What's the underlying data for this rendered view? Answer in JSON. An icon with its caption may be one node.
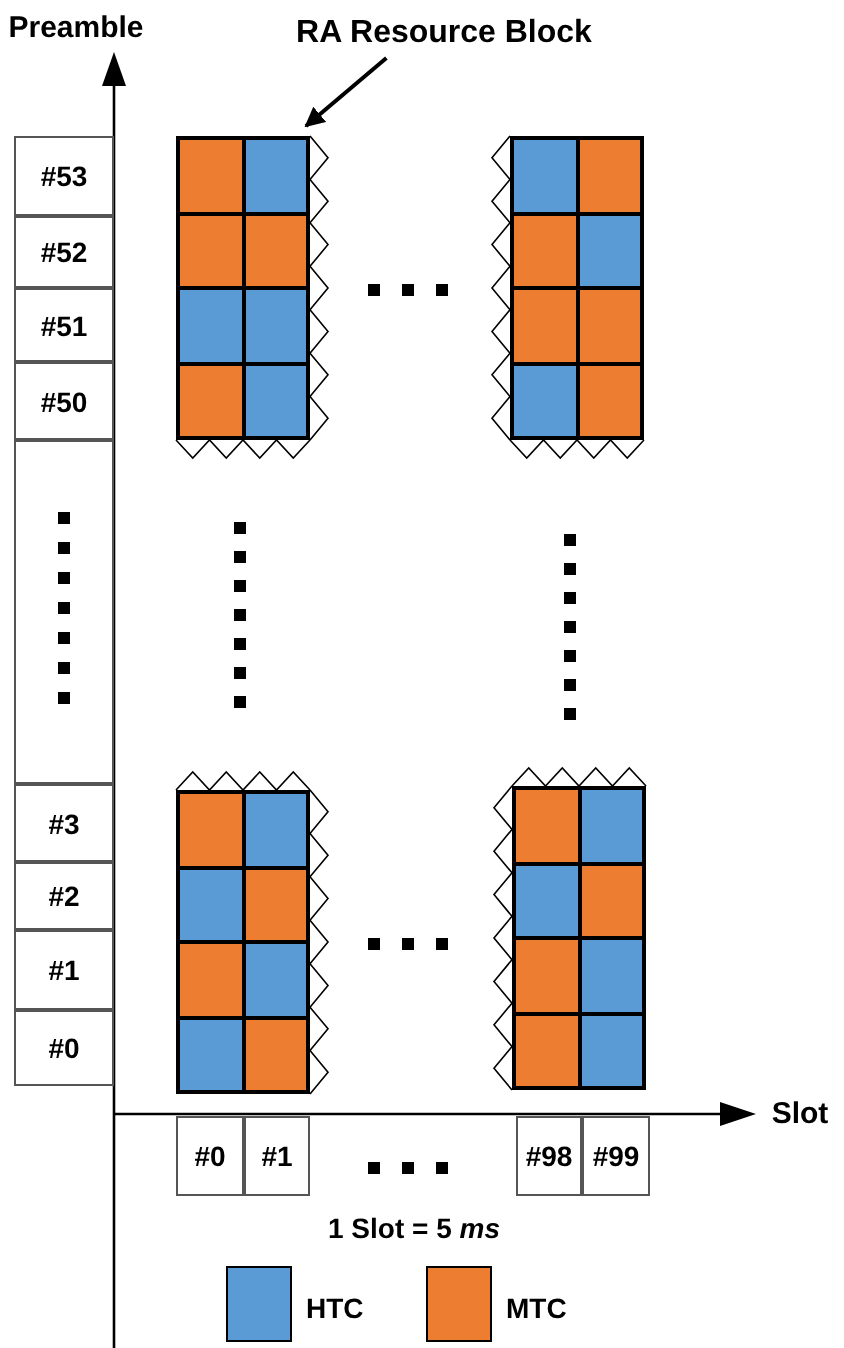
{
  "diagram": {
    "nodes": [
      {
        "text": [
          "RA Resource Block"
        ]
      },
      {
        "text": [],
        "shape": "box"
      },
      {
        "text": [],
        "shape": "box"
      },
      {
        "text": [
          "#53"
        ]
      },
      {
        "text": [
          "#52"
        ]
      },
      {
        "text": [
          "#51"
        ]
      },
      {
        "text": [
          "#50"
        ]
      },
      {
        "text": [],
        "shape": "box"
      },
      {
        "text": [
          "#3"
        ]
      },
      {
        "text": [
          "#2"
        ]
      },
      {
        "text": [
          "#1"
        ]
      },
      {
        "text": [
          "#0"
        ]
      },
      {
        "text": [],
        "shape": "box"
      },
      {
        "text": [],
        "shape": "box"
      },
      {
        "text": [
          "#0"
        ]
      },
      {
        "text": [
          "#1"
        ]
      },
      {
        "text": [
          "#98"
        ]
      },
      {
        "text": [
          "#99"
        ]
      }
    ],
    "edges": [
      {
        "from": 0,
        "to": 1,
        "arrow": "to"
      }
    ],
    "labels": [
      "Preamble",
      "Slot",
      "1 Slot = 5 *ms*"
    ],
    "legend": [
      {
        "text": "HTC",
        "color": "#5b9bd5"
      },
      {
        "text": "MTC",
        "color": "#ed7d31"
      }
    ]
  }
}
